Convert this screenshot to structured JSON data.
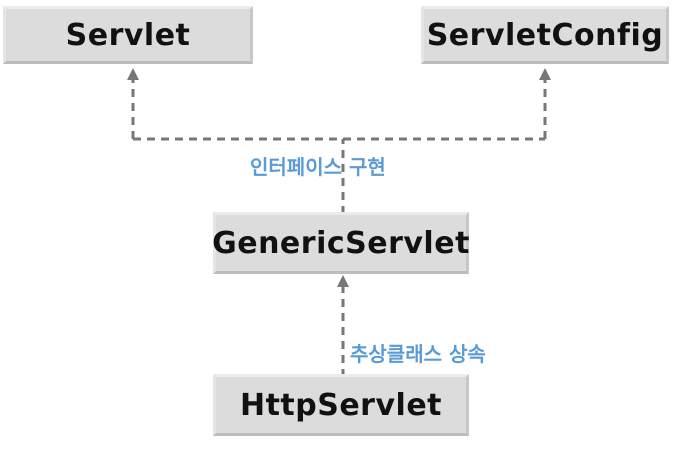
{
  "nodes": {
    "servlet": "Servlet",
    "servlet_config": "ServletConfig",
    "generic_servlet": "GenericServlet",
    "http_servlet": "HttpServlet"
  },
  "labels": {
    "interface_impl": "인터페이스 구현",
    "abstract_inherit": "추상클래스 상속"
  },
  "colors": {
    "box_fill": "#dcdcdc",
    "connector": "#777777",
    "label_text": "#5b9bd5"
  }
}
